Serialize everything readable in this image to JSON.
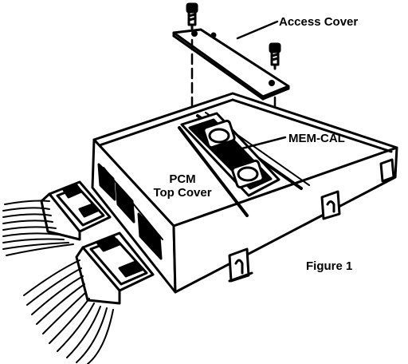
{
  "diagram": {
    "labels": {
      "access_cover": "Access Cover",
      "mem_cal": "MEM-CAL",
      "pcm_line1": "PCM",
      "pcm_line2": "Top Cover",
      "figure": "Figure 1"
    },
    "colors": {
      "ink": "#000000",
      "paper": "#ffffff"
    }
  }
}
